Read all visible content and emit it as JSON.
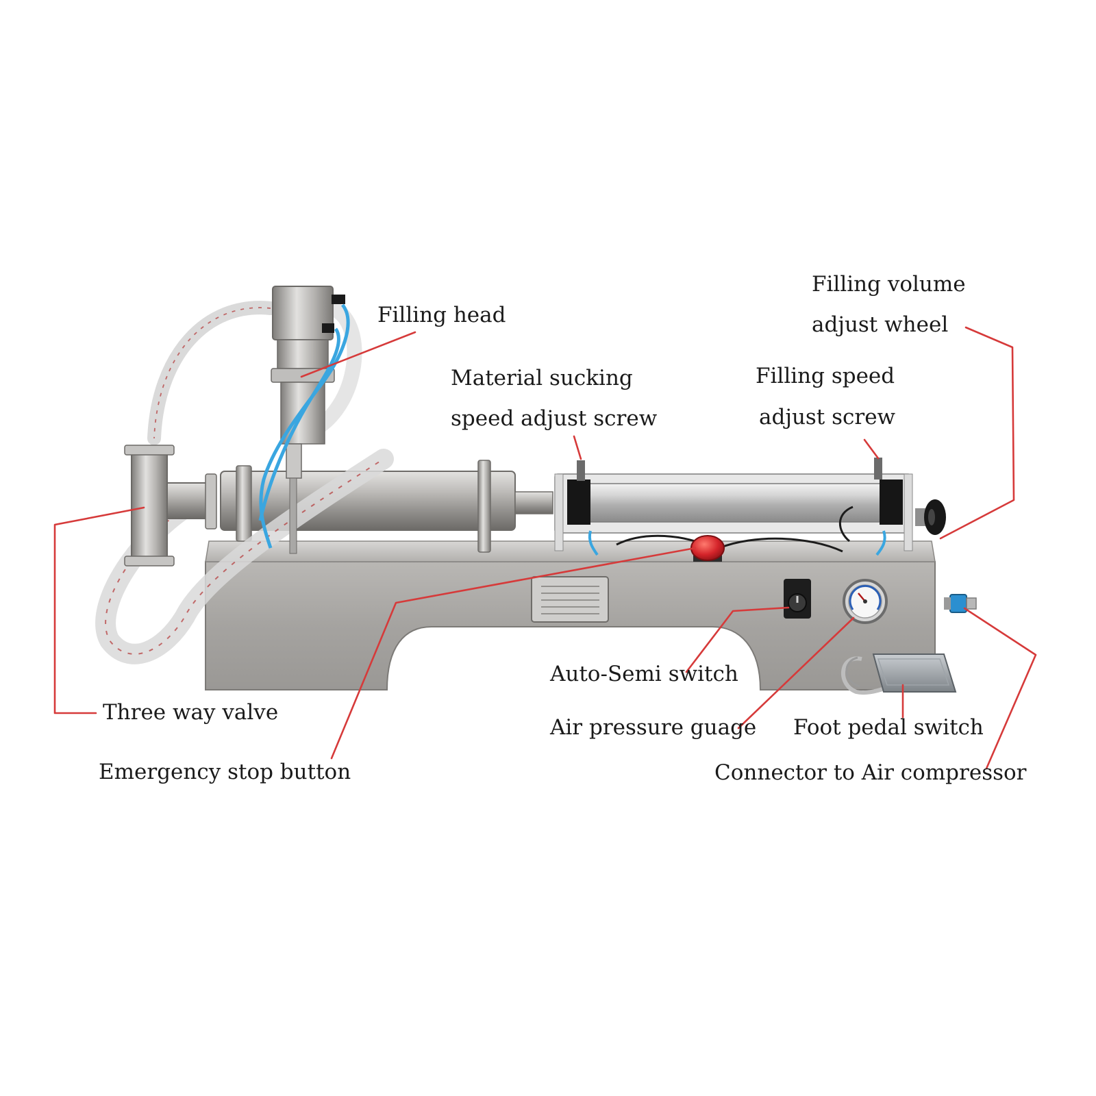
{
  "colors": {
    "background": "#ffffff",
    "leader_line": "#d63a3a",
    "text": "#1a1a1a",
    "steel": "#a8a6a3",
    "emergency_red": "#d4242a",
    "air_tube_blue": "#3aa6e0",
    "connector_blue": "#2b8fd0"
  },
  "callouts": {
    "filling_head": "Filling head",
    "filling_volume_line1": "Filling volume",
    "filling_volume_line2": "adjust wheel",
    "material_sucking_line1": "Material sucking",
    "material_sucking_line2": "speed adjust screw",
    "filling_speed_line1": "Filling speed",
    "filling_speed_line2": "adjust screw",
    "three_way_valve": "Three way valve",
    "emergency_stop": "Emergency stop button",
    "auto_semi": "Auto-Semi switch",
    "air_pressure": "Air pressure guage",
    "foot_pedal": "Foot pedal switch",
    "connector": "Connector to Air compressor"
  },
  "icons": {
    "machine": "liquid-filling-machine-illustration",
    "gauge": "pressure-gauge-icon",
    "pedal": "foot-pedal-icon"
  }
}
